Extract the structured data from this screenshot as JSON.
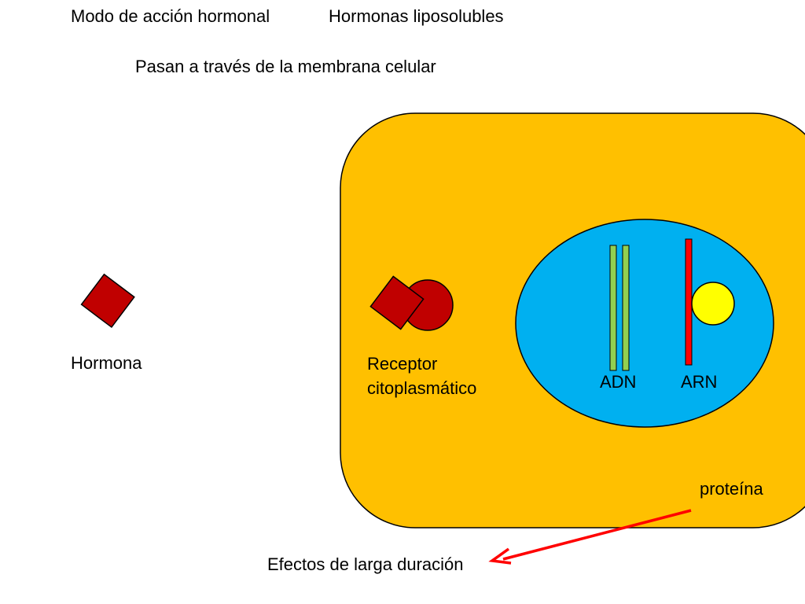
{
  "title": "Modo de acción hormonal",
  "subtitle": "Hormonas liposolubles",
  "description": "Pasan a través de la membrana celular",
  "labels": {
    "hormona": "Hormona",
    "receptor_line1": "Receptor",
    "receptor_line2": "citoplasmático",
    "adn": "ADN",
    "arn": "ARN",
    "proteina": "proteína",
    "efectos": "Efectos de larga duración"
  },
  "colors": {
    "cell": "#FFC000",
    "nucleus": "#00B0F0",
    "hormone": "#C00000",
    "dna": "#92D050",
    "rna": "#FF0000",
    "ribosome": "#FFFF00",
    "arrow": "#FF0000"
  }
}
